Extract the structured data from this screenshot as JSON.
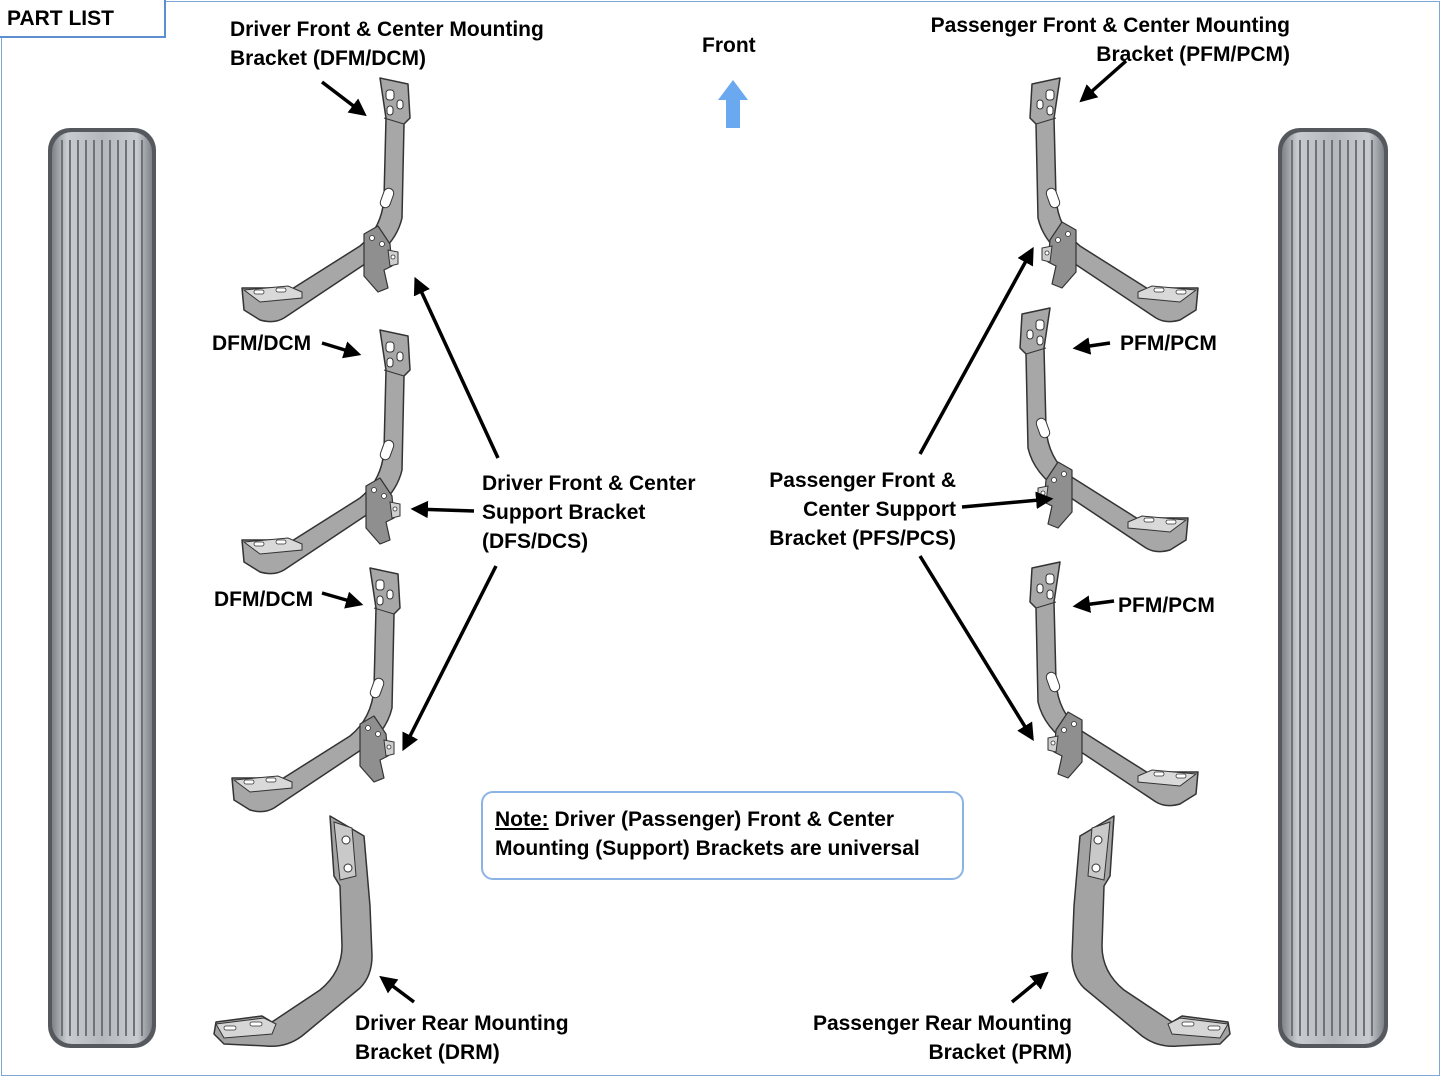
{
  "header": {
    "part_list": "PART LIST"
  },
  "front_label": "Front",
  "labels": {
    "dfm_title": [
      "Driver Front & Center Mounting",
      "Bracket (DFM/DCM)"
    ],
    "pfm_title": [
      "Passenger Front & Center Mounting",
      "Bracket (PFM/PCM)"
    ],
    "dfm_short_1": "DFM/DCM",
    "dfm_short_2": "DFM/DCM",
    "pfm_short_1": "PFM/PCM",
    "pfm_short_2": "PFM/PCM",
    "dfs": [
      "Driver Front & Center",
      "Support Bracket",
      "(DFS/DCS)"
    ],
    "pfs": [
      "Passenger Front &",
      "Center Support",
      "Bracket (PFS/PCS)"
    ],
    "drm": [
      "Driver Rear Mounting",
      "Bracket (DRM)"
    ],
    "prm": [
      "Passenger Rear Mounting",
      "Bracket (PRM)"
    ]
  },
  "note": {
    "prefix": "Note:",
    "line1": " Driver (Passenger) Front & Center",
    "line2": "Mounting (Support) Brackets are universal"
  },
  "colors": {
    "accent": "#5b8fd0",
    "arrow_blue": "#6aa8f0",
    "bracket_fill": "#a9a9a9",
    "board_fill": "#b5b8bc"
  }
}
